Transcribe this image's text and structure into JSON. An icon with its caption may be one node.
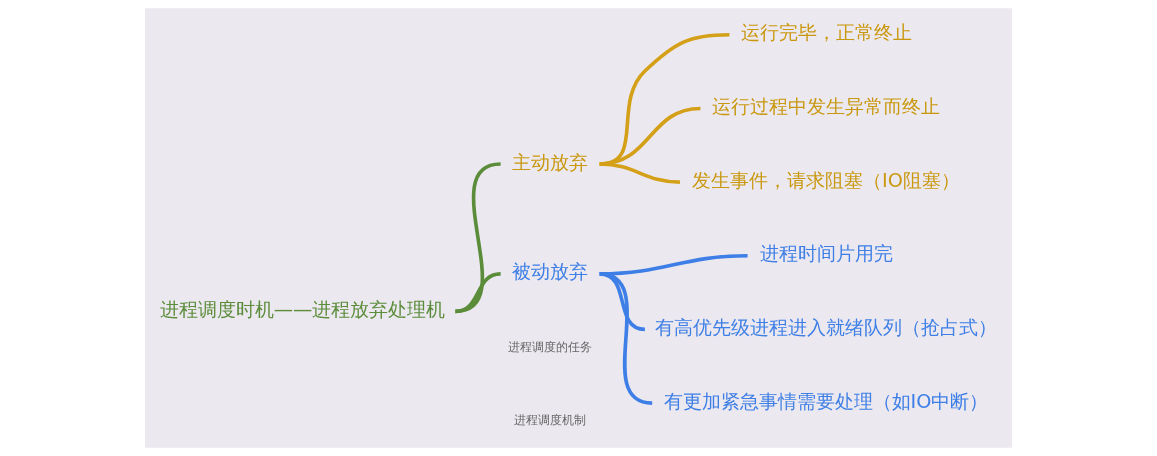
{
  "diagram": {
    "nodes": [
      {
        "text": [
          "进程调度时机——进程放弃处理机"
        ]
      },
      {
        "text": [
          "主动放弃"
        ]
      },
      {
        "text": [
          "被动放弃"
        ]
      },
      {
        "text": [
          "运行完毕，正常终止"
        ]
      },
      {
        "text": [
          "运行过程中发生异常而终止"
        ]
      },
      {
        "text": [
          "发生事件，请求阻塞（IO阻塞）"
        ]
      },
      {
        "text": [
          "进程时间片用完"
        ]
      },
      {
        "text": [
          "有高优先级进程进入就绪队列（抢占式）"
        ]
      },
      {
        "text": [
          "有更加紧急事情需要处理（如IO中断）"
        ]
      }
    ],
    "edges": [
      {
        "from": 0,
        "to": 1,
        "arrow": "none",
        "color": "#5b8c3a"
      },
      {
        "from": 0,
        "to": 2,
        "arrow": "none",
        "color": "#5b8c3a"
      },
      {
        "from": 1,
        "to": 3,
        "arrow": "none",
        "color": "#d4a017"
      },
      {
        "from": 1,
        "to": 4,
        "arrow": "none",
        "color": "#d4a017"
      },
      {
        "from": 1,
        "to": 5,
        "arrow": "none",
        "color": "#d4a017"
      },
      {
        "from": 2,
        "to": 6,
        "arrow": "none",
        "color": "#3d7fe6"
      },
      {
        "from": 2,
        "to": 7,
        "arrow": "none",
        "color": "#3d7fe6"
      },
      {
        "from": 2,
        "to": 8,
        "arrow": "none",
        "color": "#3d7fe6"
      }
    ],
    "labels": [
      "进程调度的任务",
      "进程调度机制"
    ]
  }
}
